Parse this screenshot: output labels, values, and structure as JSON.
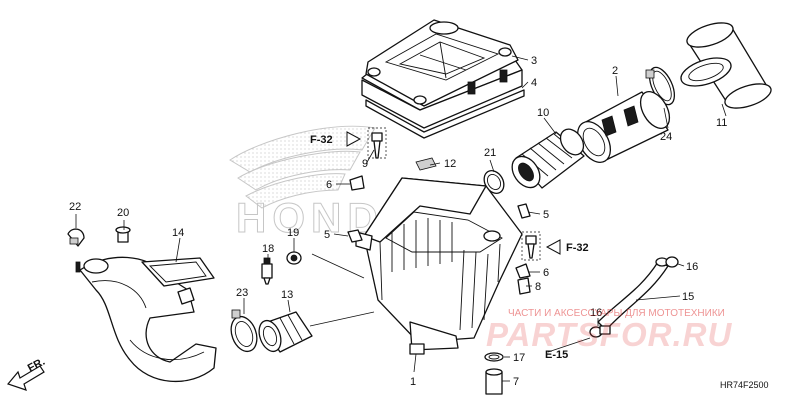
{
  "diagram": {
    "callouts": [
      "1",
      "2",
      "3",
      "4",
      "5",
      "5",
      "6",
      "6",
      "7",
      "8",
      "9",
      "10",
      "11",
      "12",
      "13",
      "14",
      "15",
      "16",
      "16",
      "17",
      "18",
      "19",
      "20",
      "21",
      "22",
      "23",
      "24"
    ],
    "references": [
      "F-32",
      "F-32",
      "E-15"
    ],
    "front_label": "FR.",
    "diagram_code": "HR74F2500",
    "brand_background": "HONDA",
    "watermark": {
      "tagline": "ЧАСТИ И АКСЕССУАРЫ ДЛЯ МОТОТЕХНИКИ",
      "logo": "PARTSFOR.RU",
      "color": "#e03c3c"
    }
  }
}
